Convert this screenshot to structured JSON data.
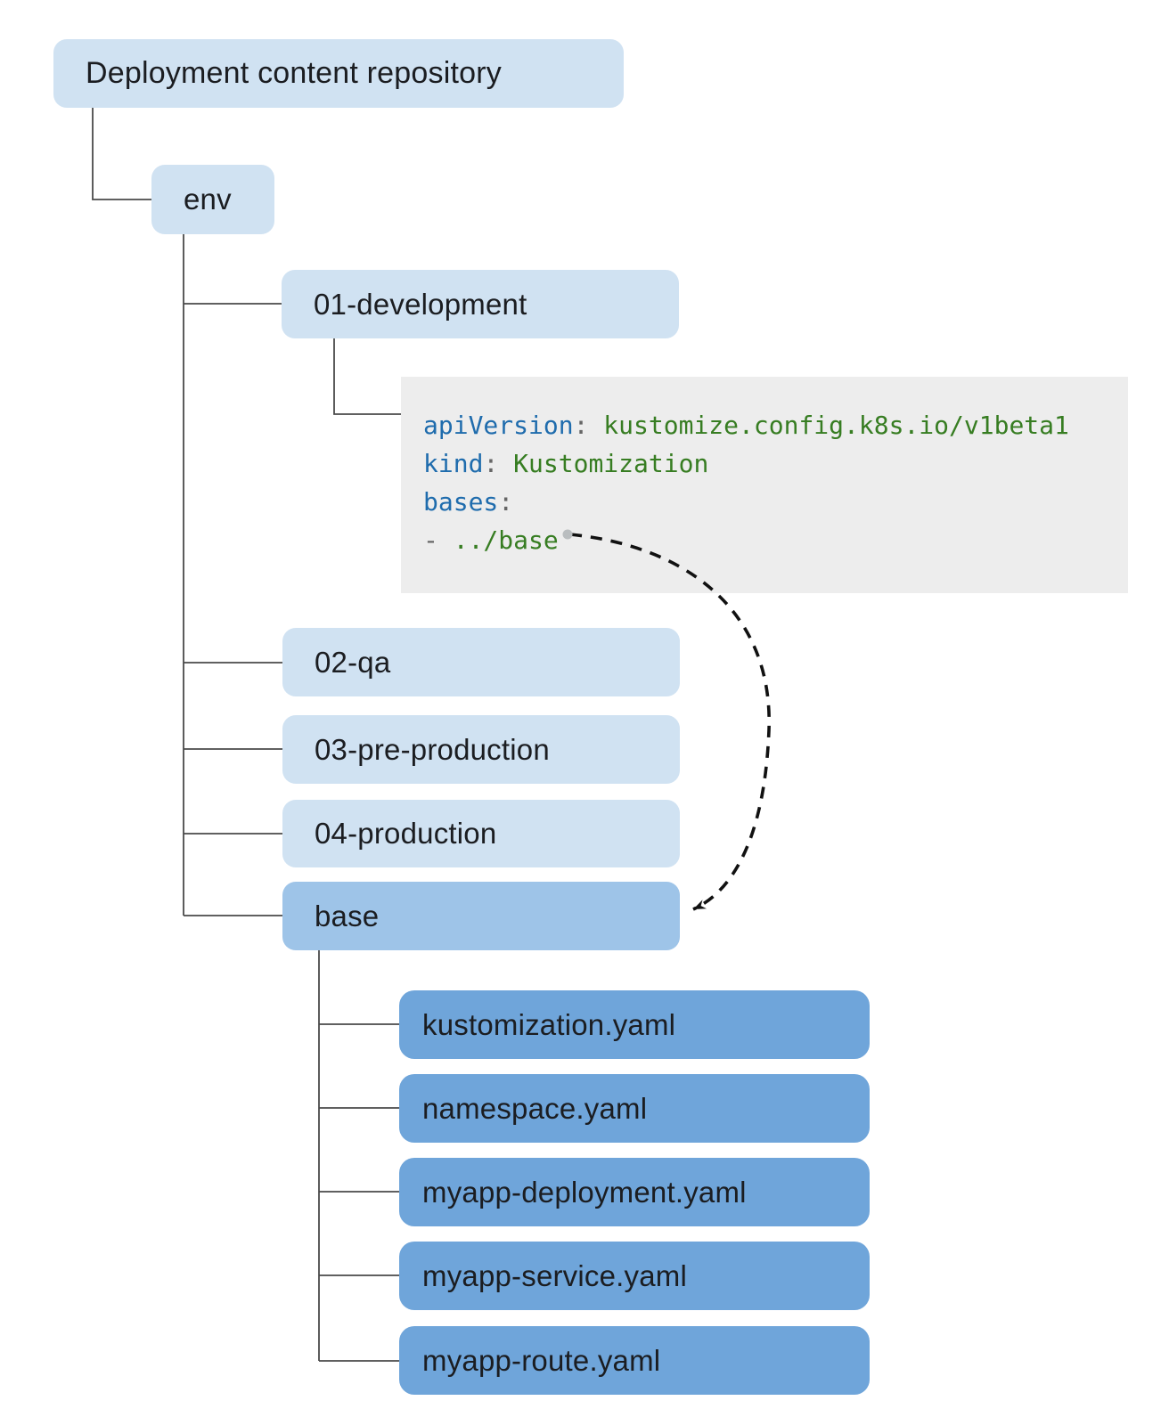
{
  "colors": {
    "box-light": "#d0e2f2",
    "box-base": "#9ec4e8",
    "box-file": "#6fa5da",
    "code-bg": "#ededed",
    "code-key": "#1f6cad",
    "code-value": "#377d22",
    "code-punct": "#666666",
    "label-text": "#1b1d21",
    "connector": "#4a4a4a",
    "arrow": "#111111",
    "arrow-dot": "#b9bdbf"
  },
  "nodes": {
    "root": {
      "label": "Deployment content repository"
    },
    "env": {
      "label": "env"
    },
    "dev": {
      "label": "01-development"
    },
    "qa": {
      "label": "02-qa"
    },
    "preprod": {
      "label": "03-pre-production"
    },
    "prod": {
      "label": "04-production"
    },
    "base": {
      "label": "base"
    },
    "files": [
      {
        "label": "kustomization.yaml"
      },
      {
        "label": "namespace.yaml"
      },
      {
        "label": "myapp-deployment.yaml"
      },
      {
        "label": "myapp-service.yaml"
      },
      {
        "label": "myapp-route.yaml"
      }
    ]
  },
  "code": {
    "lines": [
      {
        "key": "apiVersion",
        "sep": ": ",
        "value": "kustomize.config.k8s.io/v1beta1"
      },
      {
        "key": "kind",
        "sep": ": ",
        "value": "Kustomization"
      },
      {
        "key": "bases",
        "sep": ":",
        "value": ""
      },
      {
        "key": "",
        "sep": "- ",
        "value": "../base"
      }
    ]
  }
}
